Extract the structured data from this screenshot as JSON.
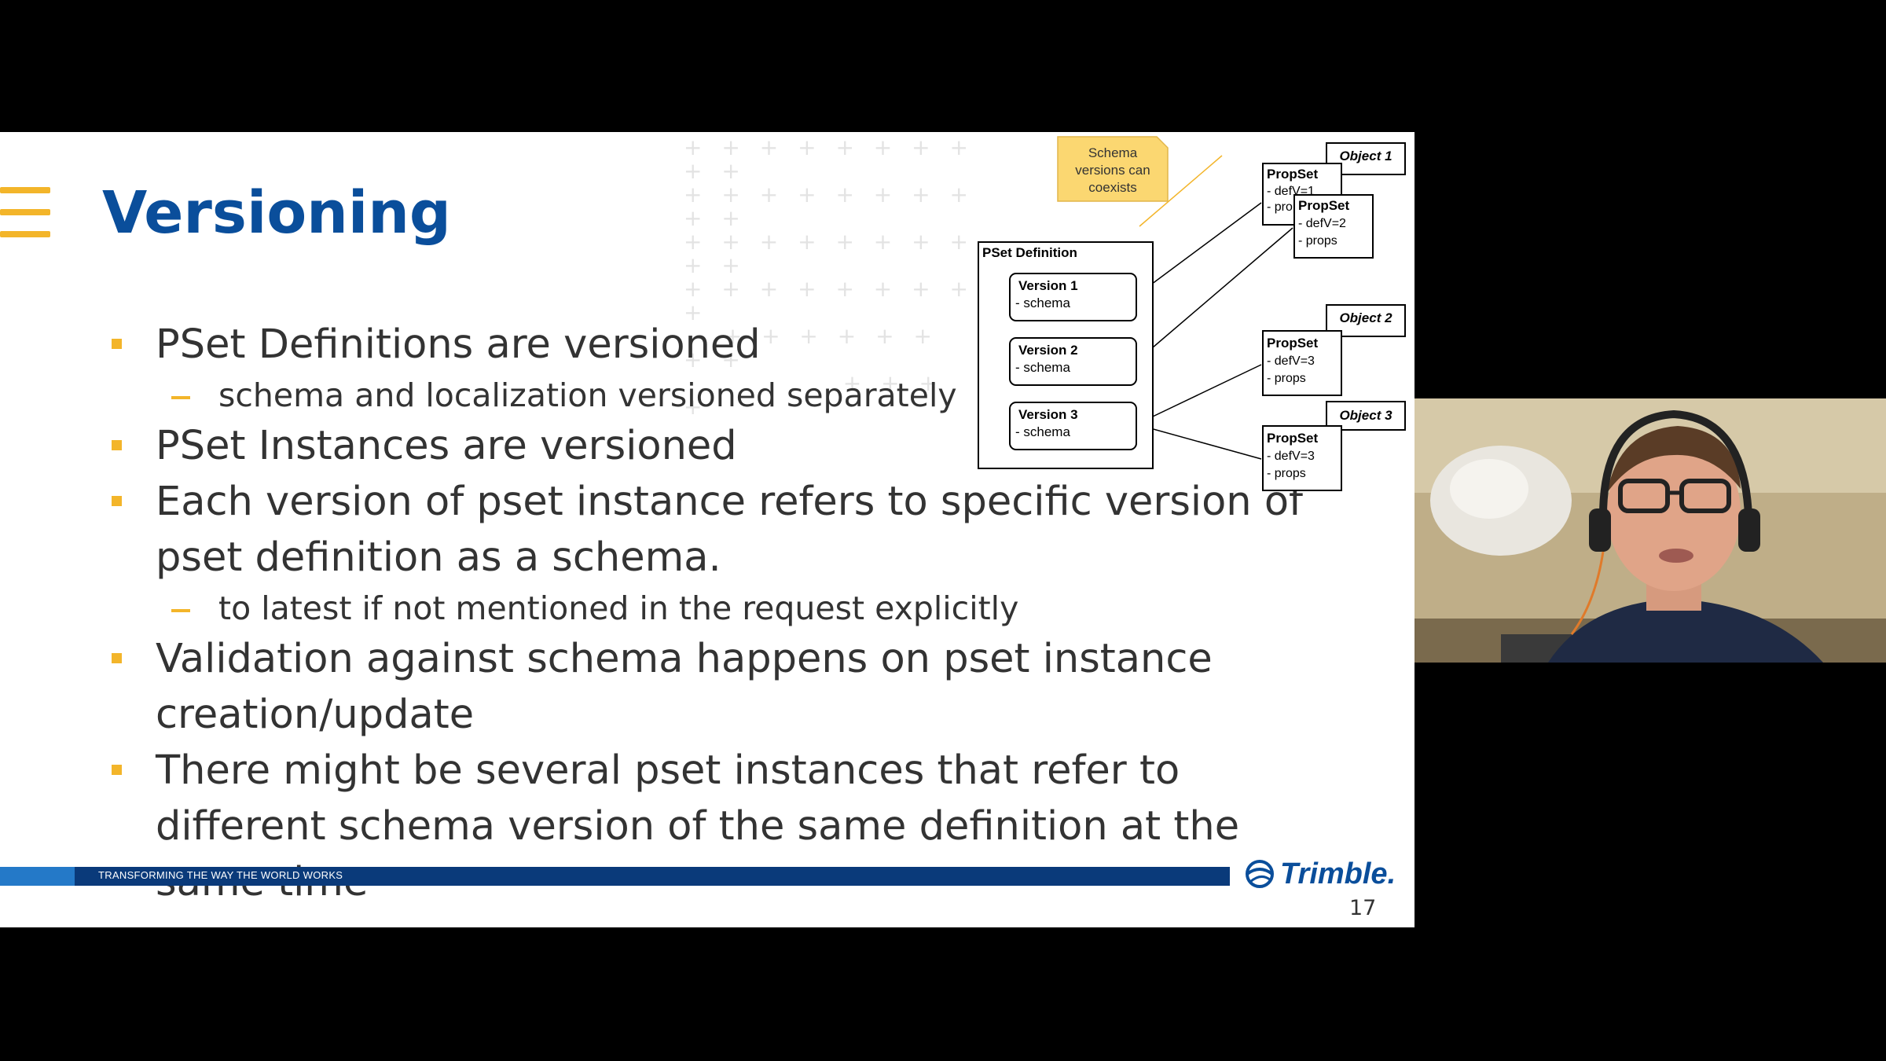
{
  "slide": {
    "title": "Versioning",
    "bullets": [
      {
        "level": 1,
        "text": "PSet Definitions are versioned"
      },
      {
        "level": 2,
        "text": "schema and localization versioned separately"
      },
      {
        "level": 1,
        "text": "PSet Instances are versioned"
      },
      {
        "level": 1,
        "text": "Each version of pset instance refers to specific version of pset definition as a schema."
      },
      {
        "level": 2,
        "text": "to latest if not mentioned in the request explicitly"
      },
      {
        "level": 1,
        "text": "Validation against schema happens on pset instance creation/update"
      },
      {
        "level": 1,
        "text": "There might be several pset instances that refer to different schema version of the same definition at the same time"
      }
    ],
    "footer_tagline": "TRANSFORMING THE WAY THE WORLD WORKS",
    "logo_text": "Trimble.",
    "page_number": "17"
  },
  "diagram": {
    "note": [
      "Schema",
      "versions can",
      "coexists"
    ],
    "pset_definition_title": "PSet Definition",
    "versions": [
      {
        "title": "Version 1",
        "line": "- schema"
      },
      {
        "title": "Version 2",
        "line": "- schema"
      },
      {
        "title": "Version 3",
        "line": "- schema"
      }
    ],
    "objects": [
      {
        "label": "Object 1"
      },
      {
        "label": "Object 2"
      },
      {
        "label": "Object 3"
      }
    ],
    "propsets": [
      {
        "title": "PropSet",
        "lines": [
          "- defV=1",
          "- props"
        ]
      },
      {
        "title": "PropSet",
        "lines": [
          "- defV=2",
          "- props"
        ]
      },
      {
        "title": "PropSet",
        "lines": [
          "- defV=3",
          "- props"
        ]
      },
      {
        "title": "PropSet",
        "lines": [
          "- defV=3",
          "- props"
        ]
      }
    ]
  },
  "colors": {
    "accent": "#f3b52a",
    "title": "#0a4e9b",
    "footer": "#0a3a7a"
  },
  "webcam": {
    "icon": "presenter-video"
  }
}
